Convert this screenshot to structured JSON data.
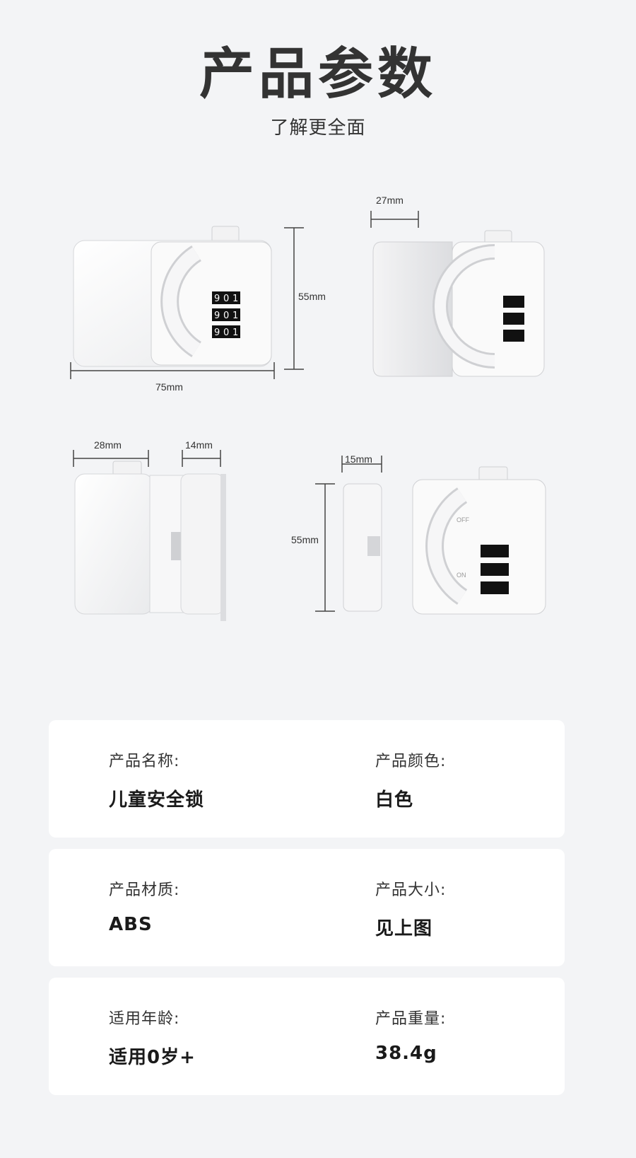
{
  "header": {
    "title": "产品参数",
    "subtitle": "了解更全面"
  },
  "dimensions": {
    "front_width": "75mm",
    "front_height": "55mm",
    "depth": "27mm",
    "slide_width": "28mm",
    "slide_right": "14mm",
    "side_thickness": "15mm",
    "side_height": "55mm",
    "dial_digits": [
      "0",
      "1",
      "9"
    ],
    "switch_off": "OFF",
    "switch_on": "ON"
  },
  "specs": [
    {
      "left": {
        "label": "产品名称:",
        "value": "儿童安全锁"
      },
      "right": {
        "label": "产品颜色:",
        "value": "白色"
      }
    },
    {
      "left": {
        "label": "产品材质:",
        "value": "ABS"
      },
      "right": {
        "label": "产品大小:",
        "value": "见上图"
      }
    },
    {
      "left": {
        "label": "适用年龄:",
        "value": "适用0岁+"
      },
      "right": {
        "label": "产品重量:",
        "value": "38.4g"
      }
    }
  ],
  "colors": {
    "background": "#f3f4f6",
    "card": "#ffffff",
    "dial": "#111111"
  }
}
